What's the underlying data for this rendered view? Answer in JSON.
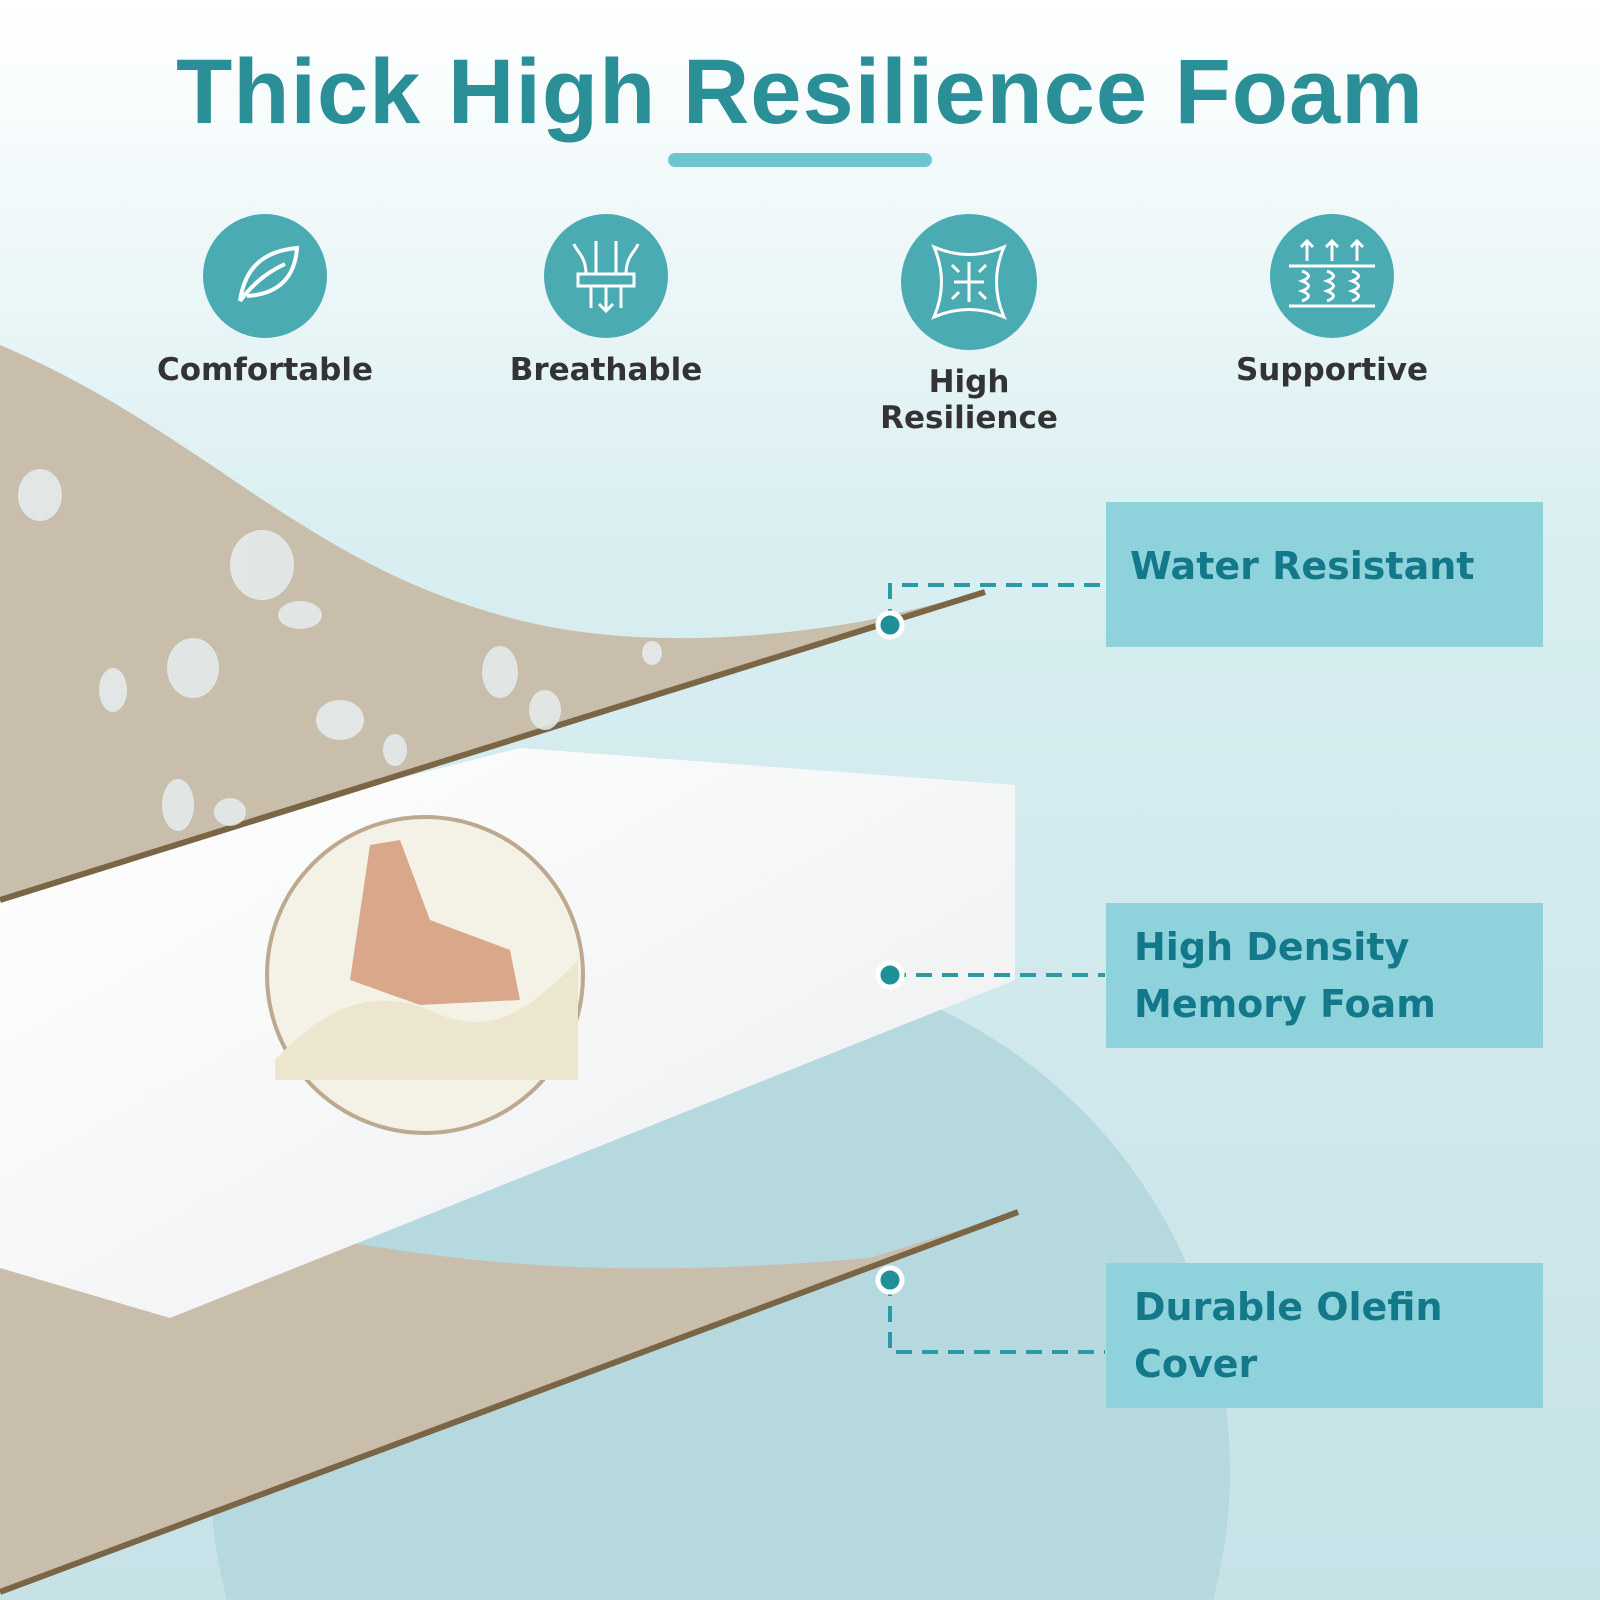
{
  "title": "Thick High Resilience Foam",
  "features": [
    {
      "label": "Comfortable",
      "icon": "leaf-icon"
    },
    {
      "label": "Breathable",
      "icon": "airflow-icon"
    },
    {
      "label": "High Resilience",
      "icon": "expand-arrows-icon"
    },
    {
      "label": "Supportive",
      "icon": "springs-icon"
    }
  ],
  "callouts": [
    {
      "label": "Water Resistant"
    },
    {
      "label": "High Density Memory Foam"
    },
    {
      "label": "Durable Olefin Cover"
    }
  ],
  "colors": {
    "accent": "#2a8f96",
    "icon_bg": "#4aabb3",
    "callout_bg": "#8ed3dc",
    "callout_text": "#13788a",
    "fabric": "#c9bdab"
  }
}
